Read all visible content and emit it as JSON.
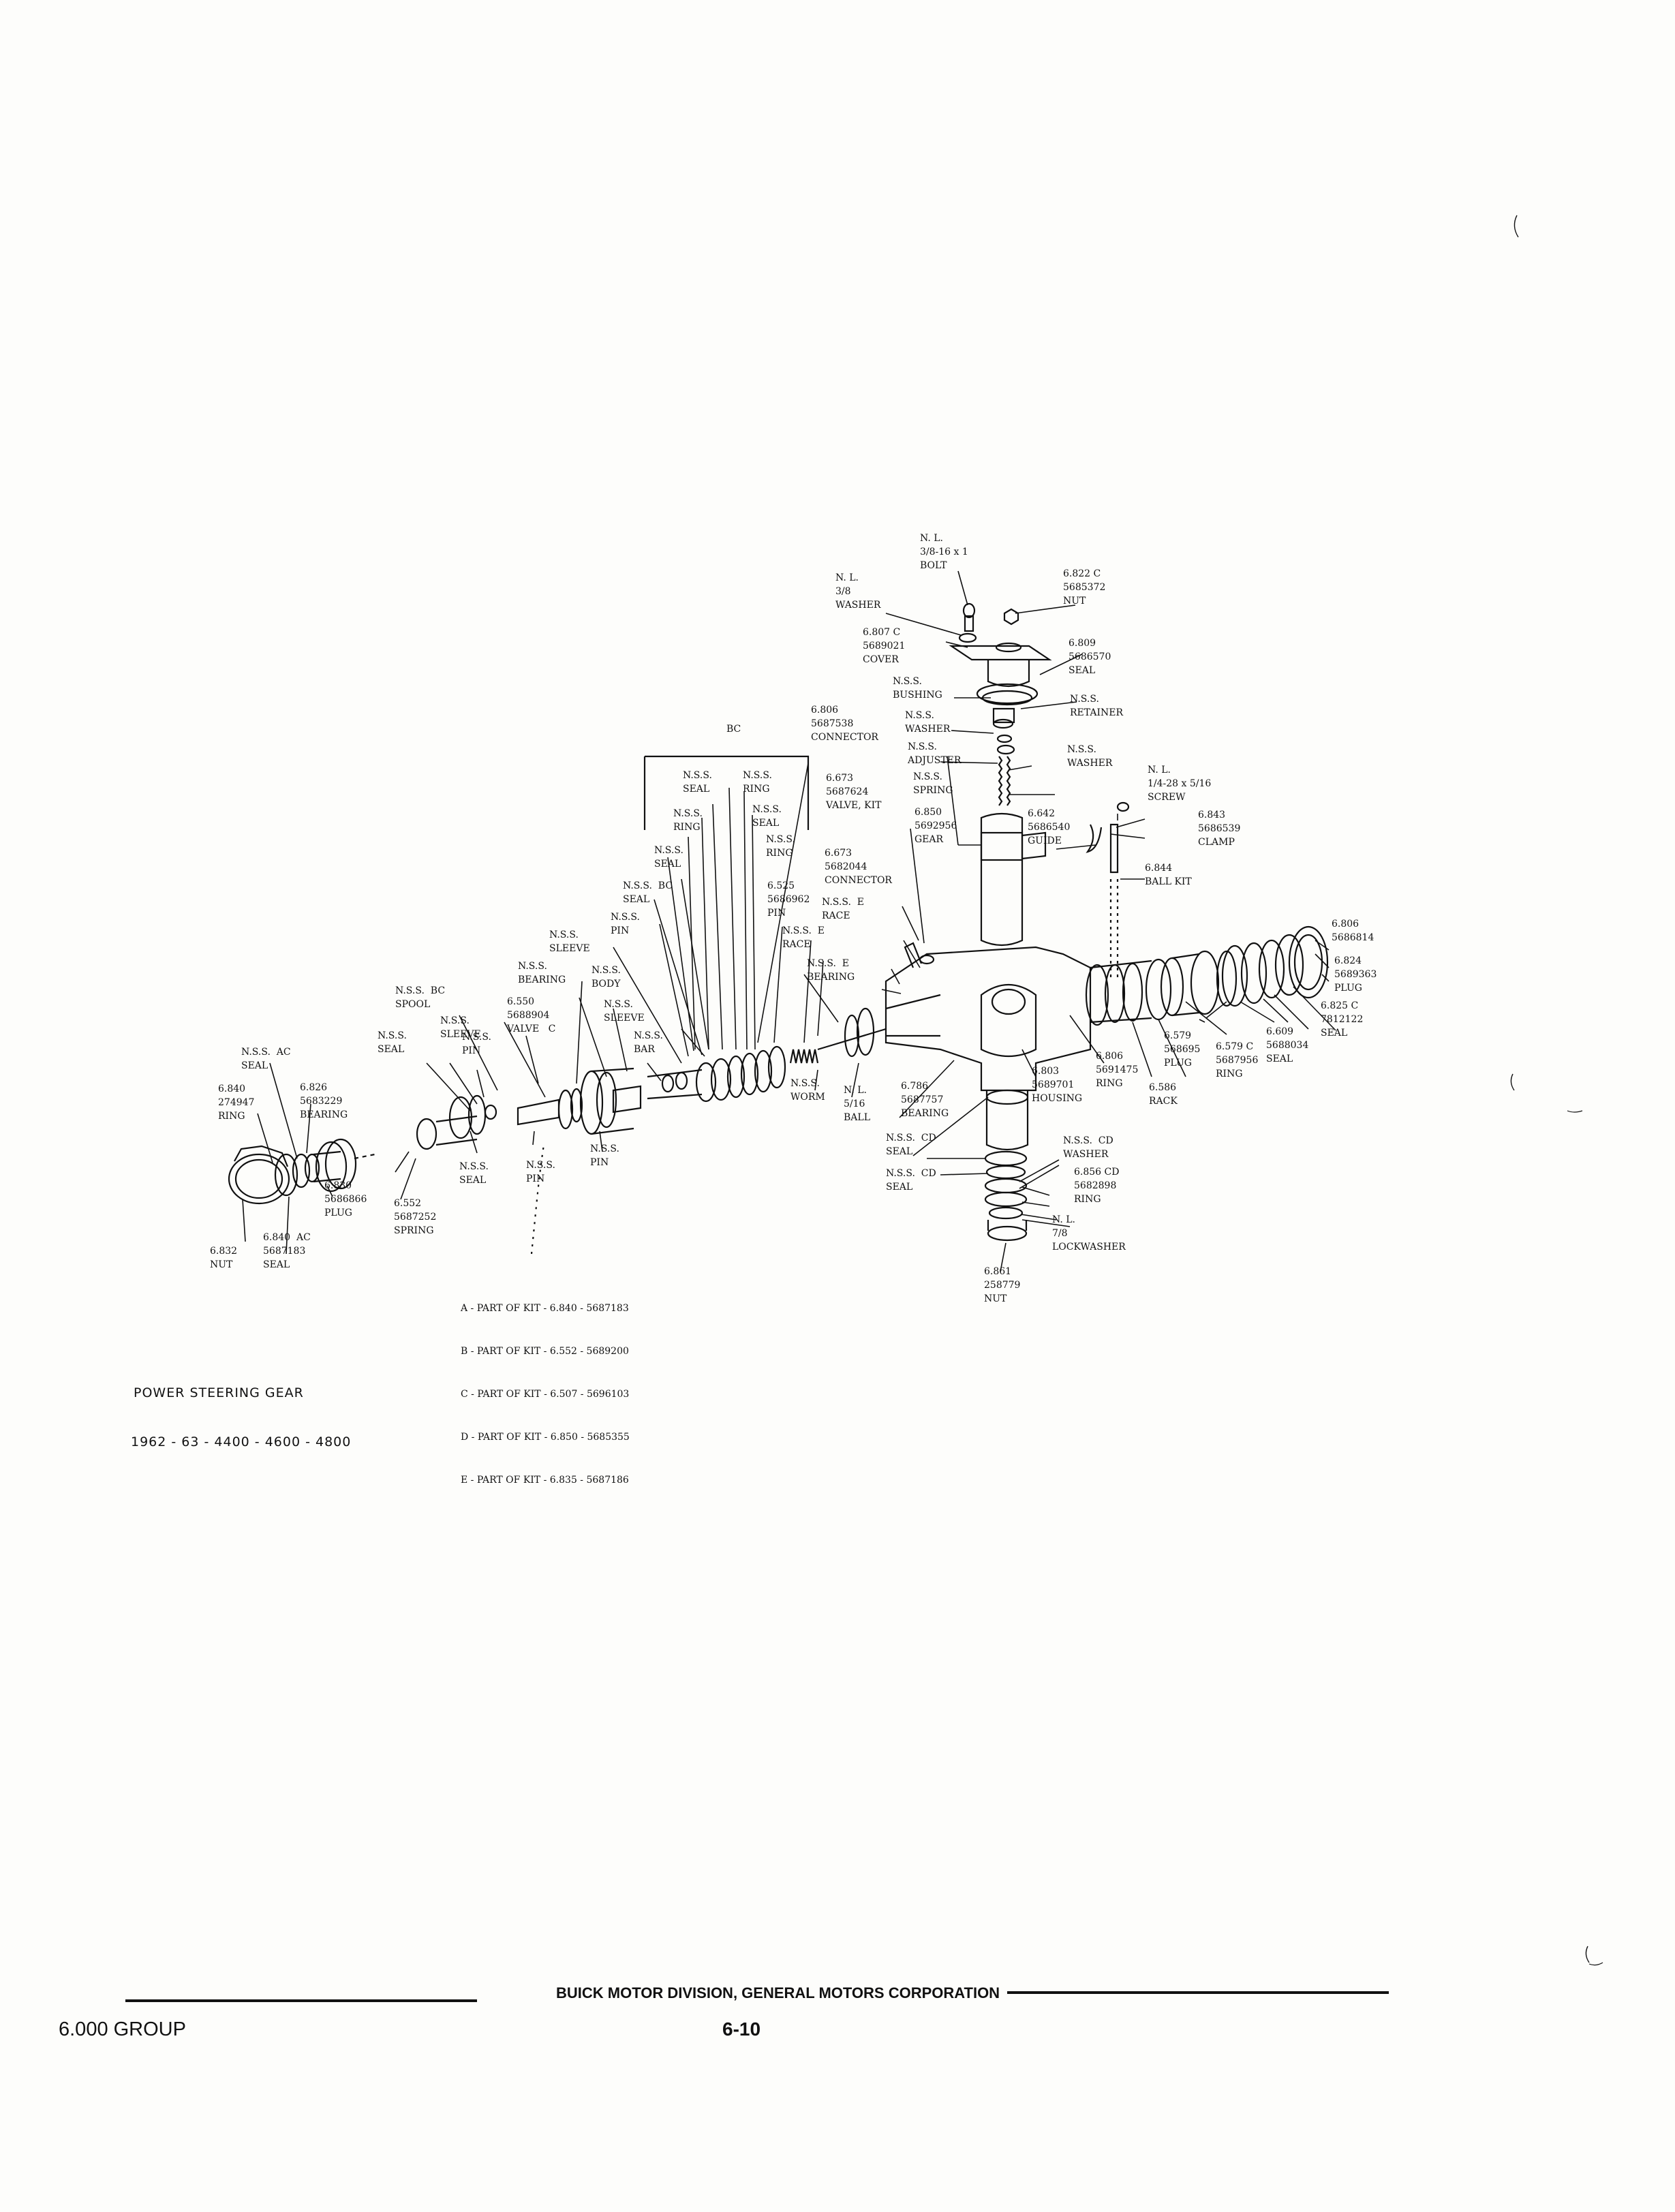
{
  "labels": [
    {
      "id": "nl-bolt",
      "lines": [
        "N. L.",
        "3/8-16 x 1",
        "BOLT"
      ]
    },
    {
      "id": "nl-washer",
      "lines": [
        "N. L.",
        "3/8",
        "WASHER"
      ]
    },
    {
      "id": "nut-6822",
      "lines": [
        "6.822 C",
        "5685372",
        "NUT"
      ]
    },
    {
      "id": "cover-6807",
      "lines": [
        "6.807 C",
        "5689021",
        "COVER"
      ]
    },
    {
      "id": "seal-6809",
      "lines": [
        "6.809",
        "5686570",
        "SEAL"
      ]
    },
    {
      "id": "bushing-nss",
      "lines": [
        "N.S.S.",
        "BUSHING"
      ]
    },
    {
      "id": "retainer-nss",
      "lines": [
        "N.S.S.",
        "RETAINER"
      ]
    },
    {
      "id": "connector-6806",
      "lines": [
        "6.806",
        "5687538",
        "CONNECTOR"
      ]
    },
    {
      "id": "washer-nss",
      "lines": [
        "N.S.S.",
        "WASHER"
      ]
    },
    {
      "id": "adjuster-nss",
      "lines": [
        "N.S.S.",
        "ADJUSTER"
      ]
    },
    {
      "id": "washer-nss-2",
      "lines": [
        "N.S.S.",
        "WASHER"
      ]
    },
    {
      "id": "bc-box-tag",
      "lines": [
        "BC"
      ]
    },
    {
      "id": "box-seal-1",
      "lines": [
        "N.S.S.",
        "SEAL"
      ]
    },
    {
      "id": "box-ring-1",
      "lines": [
        "N.S.S.",
        "RING"
      ]
    },
    {
      "id": "box-ring-2",
      "lines": [
        "N.S.S.",
        "RING"
      ]
    },
    {
      "id": "box-seal-2",
      "lines": [
        "N.S.S.",
        "SEAL"
      ]
    },
    {
      "id": "box-ring-3",
      "lines": [
        "N.S.S.",
        "RING"
      ]
    },
    {
      "id": "valve-kit-6673",
      "lines": [
        "6.673",
        "5687624",
        "VALVE, KIT"
      ]
    },
    {
      "id": "spring-nss",
      "lines": [
        "N.S.S.",
        "SPRING"
      ]
    },
    {
      "id": "screw-nl",
      "lines": [
        "N. L.",
        "1/4-28 x 5/16",
        "SCREW"
      ]
    },
    {
      "id": "gear-6850",
      "lines": [
        "6.850",
        "5692956",
        "GEAR"
      ]
    },
    {
      "id": "guide-6642",
      "lines": [
        "6.642",
        "5686540",
        "GUIDE"
      ]
    },
    {
      "id": "clamp-6843",
      "lines": [
        "6.843",
        "5686539",
        "CLAMP"
      ]
    },
    {
      "id": "seal-nss-a",
      "lines": [
        "N.S.S.",
        "SEAL"
      ]
    },
    {
      "id": "connector-6673",
      "lines": [
        "6.673",
        "5682044",
        "CONNECTOR"
      ]
    },
    {
      "id": "ballkit-6844",
      "lines": [
        "6.844",
        "BALL KIT"
      ]
    },
    {
      "id": "seal-bc",
      "lines": [
        "N.S.S.  BC",
        "SEAL"
      ]
    },
    {
      "id": "pin-6525",
      "lines": [
        "6.525",
        "5686962",
        "PIN"
      ]
    },
    {
      "id": "race-e-1",
      "lines": [
        "N.S.S.  E",
        "RACE"
      ]
    },
    {
      "id": "pin-nss-a",
      "lines": [
        "N.S.S.",
        "PIN"
      ]
    },
    {
      "id": "race-e-2",
      "lines": [
        "N.S.S.  E",
        "RACE"
      ]
    },
    {
      "id": "connector-6806b",
      "lines": [
        "6.806",
        "5686814"
      ]
    },
    {
      "id": "sleeve-nss-a",
      "lines": [
        "N.S.S.",
        "SLEEVE"
      ]
    },
    {
      "id": "plug-6824",
      "lines": [
        "6.824",
        "5689363",
        "PLUG"
      ]
    },
    {
      "id": "bearing-e",
      "lines": [
        "N.S.S.  E",
        "BEARING"
      ]
    },
    {
      "id": "bearing-nss",
      "lines": [
        "N.S.S.",
        "BEARING"
      ]
    },
    {
      "id": "body-nss",
      "lines": [
        "N.S.S.",
        "BODY"
      ]
    },
    {
      "id": "seal-6825",
      "lines": [
        "6.825 C",
        "7812122",
        "SEAL"
      ]
    },
    {
      "id": "spool-bc",
      "lines": [
        "N.S.S.  BC",
        "SPOOL"
      ]
    },
    {
      "id": "valve-6550",
      "lines": [
        "6.550",
        "5688904",
        "VALVE   C"
      ]
    },
    {
      "id": "sleeve-nss-b",
      "lines": [
        "N.S.S.",
        "SLEEVE"
      ]
    },
    {
      "id": "sleeve-nss-c",
      "lines": [
        "N.S.S.",
        "SLEEVE"
      ]
    },
    {
      "id": "plug-6579",
      "lines": [
        "6.579",
        "568695",
        "PLUG"
      ]
    },
    {
      "id": "ring-6579c",
      "lines": [
        "6.579 C",
        "5687956",
        "RING"
      ]
    },
    {
      "id": "seal-6609",
      "lines": [
        "6.609",
        "5688034",
        "SEAL"
      ]
    },
    {
      "id": "seal-nss-b",
      "lines": [
        "N.S.S.",
        "SEAL"
      ]
    },
    {
      "id": "pin-nss-b",
      "lines": [
        "N.S.S.",
        "PIN"
      ]
    },
    {
      "id": "bar-nss",
      "lines": [
        "N.S.S.",
        "BAR"
      ]
    },
    {
      "id": "ring-6806",
      "lines": [
        "6.806",
        "5691475",
        "RING"
      ]
    },
    {
      "id": "seal-ac",
      "lines": [
        "N.S.S.  AC",
        "SEAL"
      ]
    },
    {
      "id": "housing-6803",
      "lines": [
        "6.803",
        "5689701",
        "HOUSING"
      ]
    },
    {
      "id": "rack-6586",
      "lines": [
        "6.586",
        "RACK"
      ]
    },
    {
      "id": "worm-nss",
      "lines": [
        "N.S.S.",
        "WORM"
      ]
    },
    {
      "id": "ball-nl",
      "lines": [
        "N. L.",
        "5/16",
        "BALL"
      ]
    },
    {
      "id": "bearing-6786",
      "lines": [
        "6.786",
        "5687757",
        "BEARING"
      ]
    },
    {
      "id": "ring-6840",
      "lines": [
        "6.840",
        "274947",
        "RING"
      ]
    },
    {
      "id": "bearing-6826",
      "lines": [
        "6.826",
        "5683229",
        "BEARING"
      ]
    },
    {
      "id": "seal-cd-1",
      "lines": [
        "N.S.S.  CD",
        "SEAL"
      ]
    },
    {
      "id": "washer-cd",
      "lines": [
        "N.S.S.  CD",
        "WASHER"
      ]
    },
    {
      "id": "seal-cd-2",
      "lines": [
        "N.S.S.  CD",
        "SEAL"
      ]
    },
    {
      "id": "ring-6856",
      "lines": [
        "6.856 CD",
        "5682898",
        "RING"
      ]
    },
    {
      "id": "pin-nss-c",
      "lines": [
        "N.S.S.",
        "PIN"
      ]
    },
    {
      "id": "seal-nss-c",
      "lines": [
        "N.S.S.",
        "SEAL"
      ]
    },
    {
      "id": "pin-nss-d",
      "lines": [
        "N.S.S.",
        "PIN"
      ]
    },
    {
      "id": "lockwasher-nl",
      "lines": [
        "N. L.",
        "7/8",
        "LOCKWASHER"
      ]
    },
    {
      "id": "plug-6830",
      "lines": [
        "6.830",
        "5686866",
        "PLUG"
      ]
    },
    {
      "id": "spring-6552",
      "lines": [
        "6.552",
        "5687252",
        "SPRING"
      ]
    },
    {
      "id": "seal-6840ac",
      "lines": [
        "6.840  AC",
        "5687183",
        "SEAL"
      ]
    },
    {
      "id": "nut-6832",
      "lines": [
        "6.832",
        "NUT"
      ]
    },
    {
      "id": "nut-6861",
      "lines": [
        "6.861",
        "258779",
        "NUT"
      ]
    }
  ],
  "kit_notes": [
    "A - PART OF KIT - 6.840 - 5687183",
    "B - PART OF KIT - 6.552 - 5689200",
    "C - PART OF KIT - 6.507 - 5696103",
    "D - PART OF KIT - 6.850 - 5685355",
    "E - PART OF KIT - 6.835 - 5687186"
  ],
  "caption": {
    "line1": "POWER STEERING GEAR",
    "line2": "1962 - 63 - 4400 - 4600 - 4800"
  },
  "footer": {
    "division": "BUICK MOTOR DIVISION, GENERAL MOTORS CORPORATION",
    "group": "6.000 GROUP",
    "page_number": "6-10"
  }
}
